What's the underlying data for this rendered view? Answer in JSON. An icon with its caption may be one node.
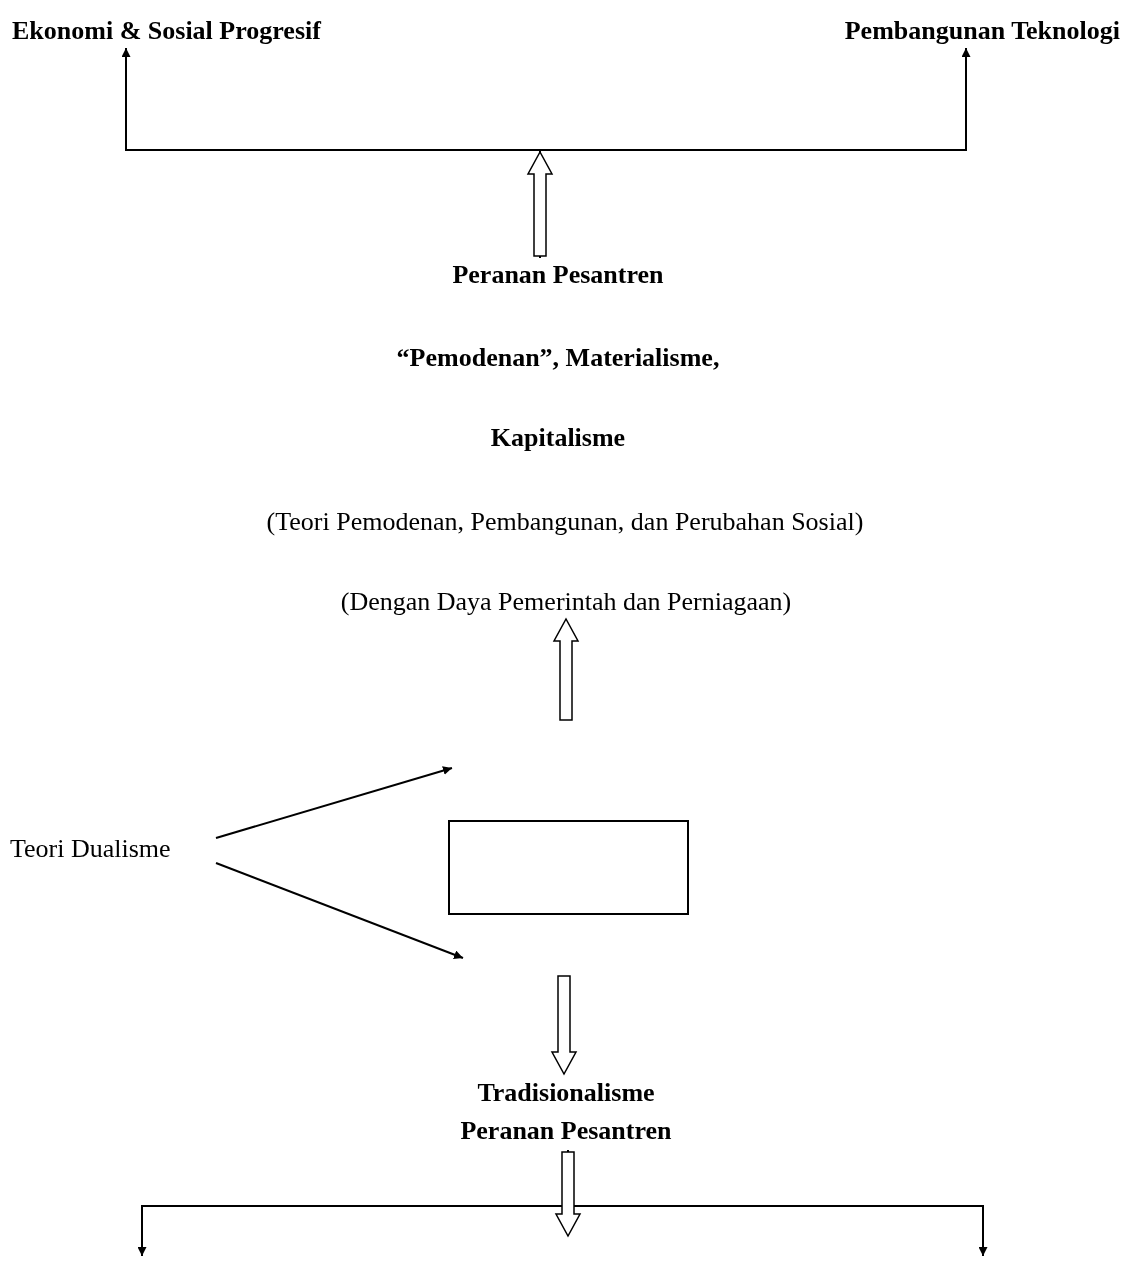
{
  "diagram": {
    "nodes": [
      {
        "text": [
          "Ekonomi & Sosial Progresif"
        ]
      },
      {
        "text": [
          "Pembangunan Teknologi"
        ]
      },
      {
        "text": [
          "Peranan Pesantren"
        ]
      },
      {
        "text": [
          "“Pemodenan”, Materialisme, Kapitalisme"
        ]
      },
      {
        "text": [
          "(Teori Pemodenan, Pembangunan, dan Perubahan Sosial)"
        ]
      },
      {
        "text": [
          "(Dengan Daya Pemerintah dan Perniagaan)"
        ]
      },
      {
        "text": [
          "Teori Dualisme"
        ]
      },
      {
        "text": [],
        "shape": "box"
      },
      {
        "text": [
          "Tradisionalisme",
          "Peranan Pesantren"
        ]
      }
    ],
    "edges": [
      {
        "from": 2,
        "to": 0,
        "arrow": "to"
      },
      {
        "from": 2,
        "to": 1,
        "arrow": "to"
      },
      {
        "from": 6,
        "to": null,
        "arrow": "to"
      },
      {
        "from": 6,
        "to": null,
        "arrow": "to"
      },
      {
        "from": null,
        "to": 5,
        "arrow": "to",
        "style": "thick"
      },
      {
        "from": null,
        "to": 8,
        "arrow": "to",
        "style": "thick"
      },
      {
        "from": 8,
        "to": null,
        "arrow": "to"
      },
      {
        "from": 8,
        "to": null,
        "arrow": "to"
      }
    ]
  }
}
